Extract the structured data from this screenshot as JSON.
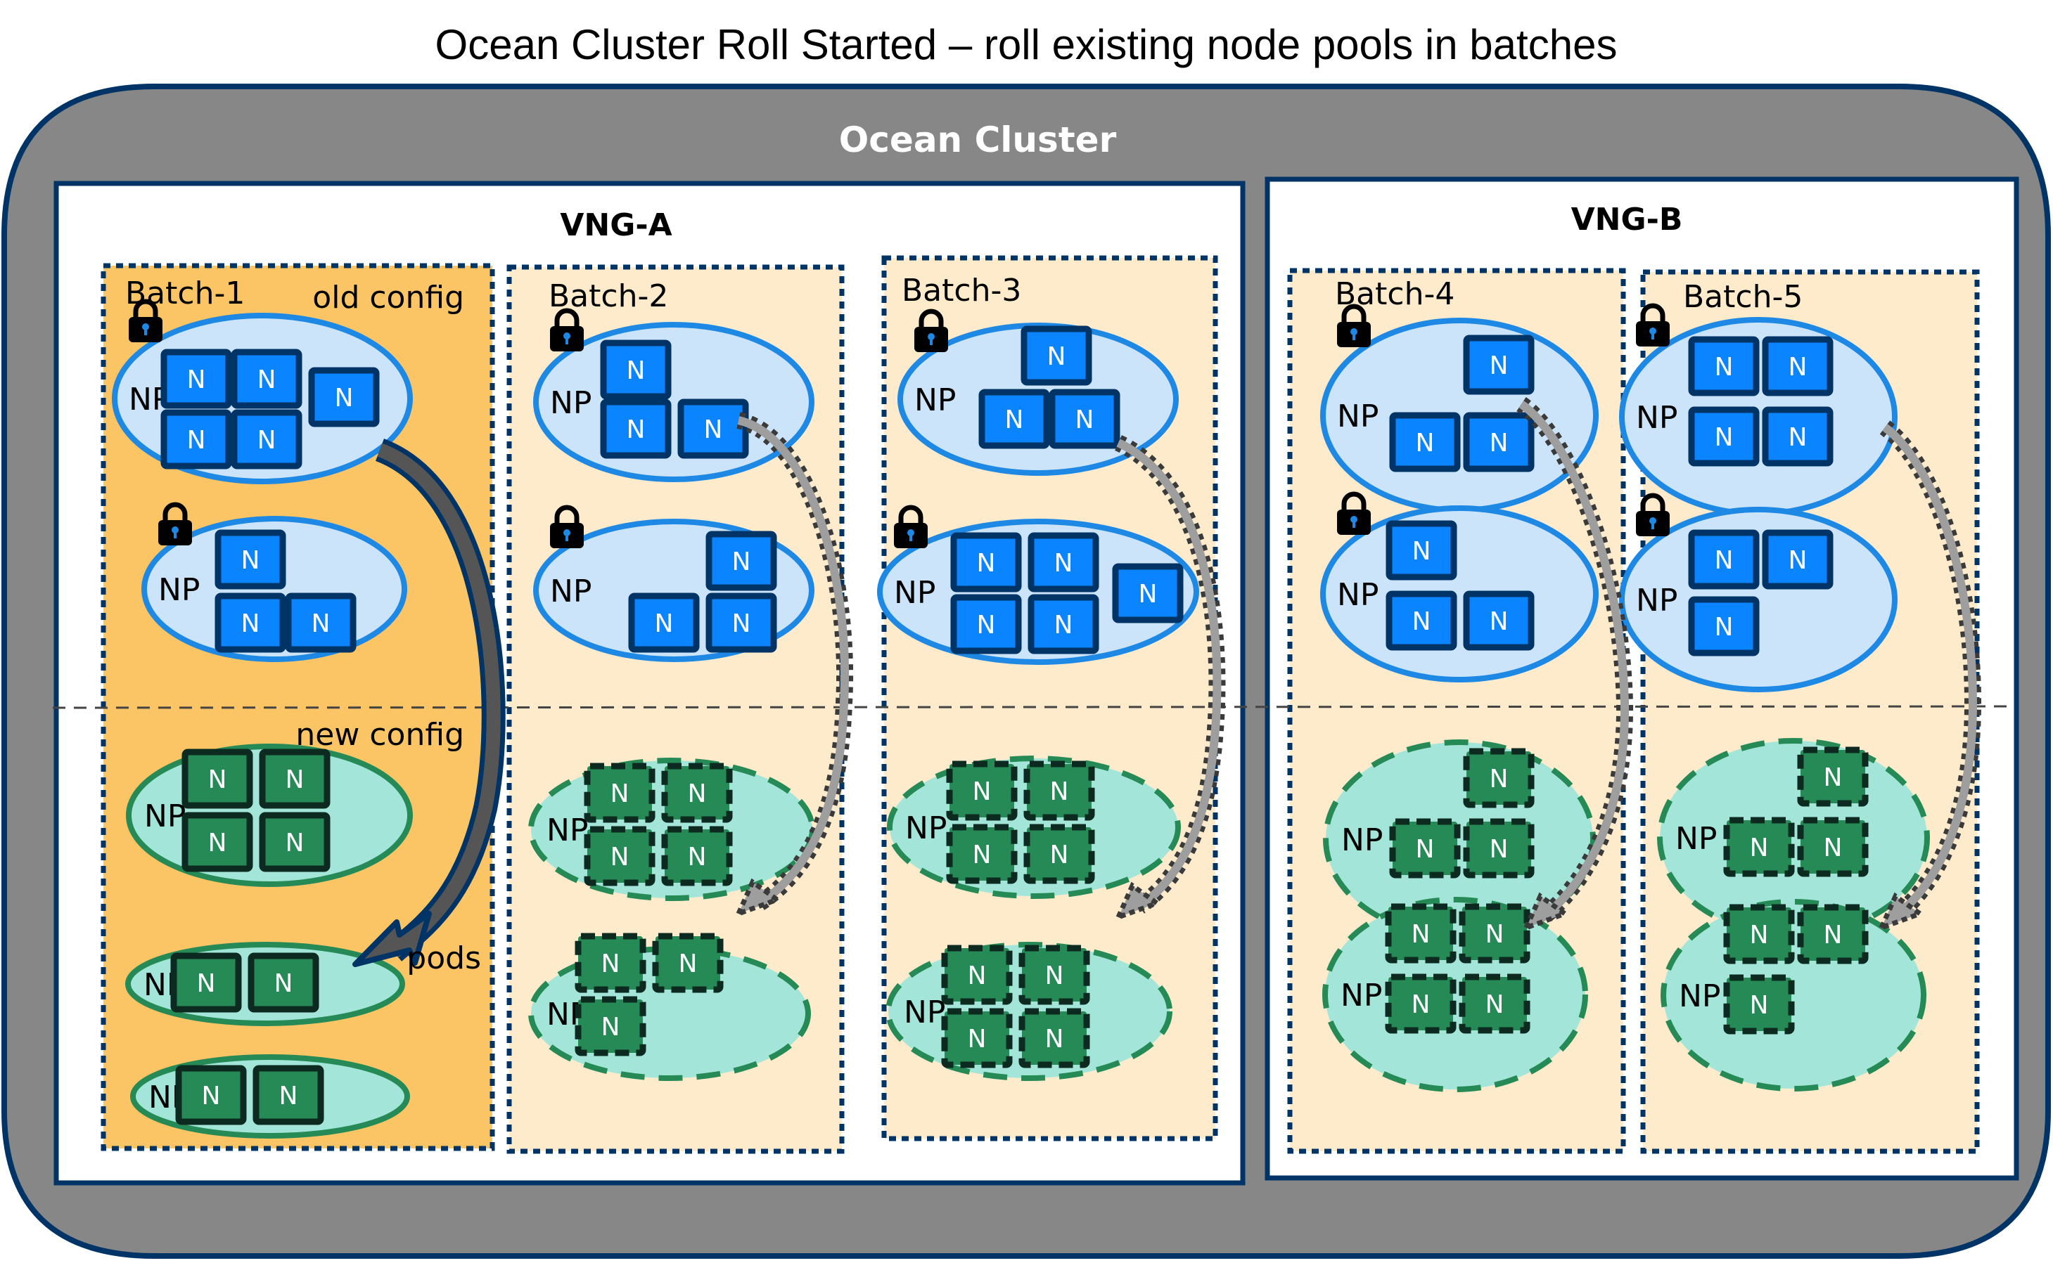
{
  "title": "Ocean Cluster Roll Started – roll existing node pools in batches",
  "cluster": {
    "label": "Ocean Cluster",
    "colors": {
      "fill": "#878787",
      "border": "#003366"
    }
  },
  "colors": {
    "batch_active_fill": "#FBC566",
    "batch_pending_fill": "#FDEBCC",
    "batch_border": "#003366",
    "old_pool_fill": "#CCE4FA",
    "old_pool_border": "#1E88E5",
    "old_node_fill": "#0A84FF",
    "old_node_border": "#003366",
    "new_pool_fill": "#A3E6D9",
    "new_pool_border": "#258A55",
    "new_node_fill": "#258A55",
    "new_node_border": "#0C2A20",
    "arrow_fill": "#555555",
    "arrow_pending_fill": "#9E9E9E",
    "divider": "#444444"
  },
  "labels": {
    "np": "NP",
    "node": "N",
    "old_config": "old config",
    "new_config": "new config",
    "pods": "pods"
  },
  "vngs": [
    {
      "id": "vng-a",
      "label": "VNG-A"
    },
    {
      "id": "vng-b",
      "label": "VNG-B"
    }
  ],
  "batches": [
    {
      "label": "Batch-1",
      "vng": "VNG-A",
      "status": "rolling",
      "old_pools": [
        {
          "nodes": 5,
          "locked": true
        },
        {
          "nodes": 3,
          "locked": true
        }
      ],
      "new_pools": [
        {
          "nodes": 4,
          "state": "ready"
        },
        {
          "nodes": 2,
          "state": "ready"
        },
        {
          "nodes": 2,
          "state": "ready"
        }
      ]
    },
    {
      "label": "Batch-2",
      "vng": "VNG-A",
      "status": "pending",
      "old_pools": [
        {
          "nodes": 3,
          "locked": true
        },
        {
          "nodes": 3,
          "locked": true
        }
      ],
      "new_pools": [
        {
          "nodes": 4,
          "state": "pending"
        },
        {
          "nodes": 3,
          "state": "pending"
        }
      ]
    },
    {
      "label": "Batch-3",
      "vng": "VNG-A",
      "status": "pending",
      "old_pools": [
        {
          "nodes": 3,
          "locked": true
        },
        {
          "nodes": 5,
          "locked": true
        }
      ],
      "new_pools": [
        {
          "nodes": 4,
          "state": "pending"
        },
        {
          "nodes": 4,
          "state": "pending"
        }
      ]
    },
    {
      "label": "Batch-4",
      "vng": "VNG-B",
      "status": "pending",
      "old_pools": [
        {
          "nodes": 3,
          "locked": true
        },
        {
          "nodes": 3,
          "locked": true
        }
      ],
      "new_pools": [
        {
          "nodes": 3,
          "state": "pending"
        },
        {
          "nodes": 4,
          "state": "pending"
        }
      ]
    },
    {
      "label": "Batch-5",
      "vng": "VNG-B",
      "status": "pending",
      "old_pools": [
        {
          "nodes": 4,
          "locked": true
        },
        {
          "nodes": 3,
          "locked": true
        }
      ],
      "new_pools": [
        {
          "nodes": 3,
          "state": "pending"
        },
        {
          "nodes": 3,
          "state": "pending"
        }
      ]
    }
  ]
}
